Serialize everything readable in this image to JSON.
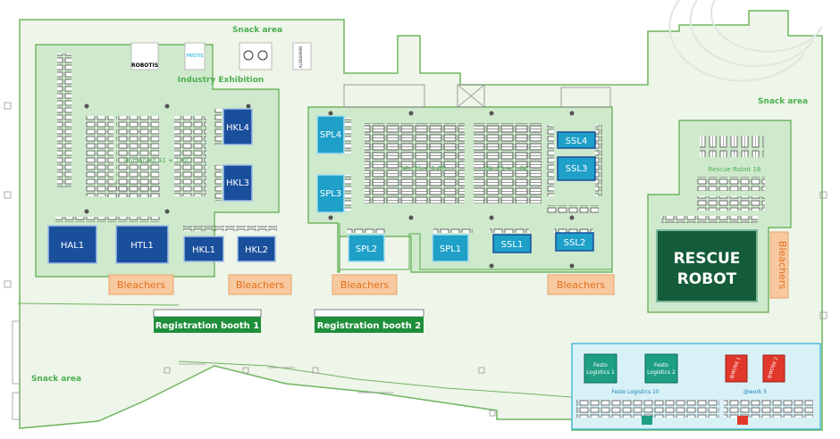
{
  "labels": {
    "snack_top": "Snack area",
    "snack_right": "Snack area",
    "snack_left": "Snack area",
    "industry": "Industry Exhibition",
    "humanoid": "Humanoid 41 + 1 OC",
    "spl_zone": "SPL 25 + 1 OC",
    "ssl_zone": "SSL 23 + 1 OC",
    "rescue_zone": "Rescue Robot 18",
    "festo_zone": "Festo Logistics 10",
    "atwork_zone": "@work 5"
  },
  "fields": {
    "hkl4": "HKL4",
    "hkl3": "HKL3",
    "hal1": "HAL1",
    "htl1": "HTL1",
    "hkl1": "HKL1",
    "hkl2": "HKL2",
    "spl4": "SPL4",
    "spl3": "SPL3",
    "spl2": "SPL2",
    "spl1": "SPL1",
    "ssl4": "SSL4",
    "ssl3": "SSL3",
    "ssl1": "SSL1",
    "ssl2": "SSL2",
    "rescue_line1": "RESCUE",
    "rescue_line2": "ROBOT",
    "festo1_line1": "Festo",
    "festo1_line2": "Logistics 1",
    "festo2_line1": "Festo",
    "festo2_line2": "Logistics 2",
    "atwork1": "@WORK 1",
    "atwork2": "@WORK 2"
  },
  "bleachers": {
    "b1": "Bleachers",
    "b2": "Bleachers",
    "b3": "Bleachers",
    "b4": "Bleachers",
    "b5": "Bleachers"
  },
  "registration": {
    "booth1": "Registration booth 1",
    "booth2": "Registration booth 2"
  },
  "sponsors": {
    "s1": "ROBOTIS",
    "s2": "PRISTIS",
    "s3": "ALDEBARAN"
  },
  "colors": {
    "floor": "#eef5e9",
    "zone": "#cfe9cd",
    "zone_border": "#5aaa4a",
    "field_blue": "#1a4f9c",
    "field_cyan": "#1ea0c8",
    "rescue": "#145c3a",
    "bleacher": "#f7c9a0",
    "bleacher_text": "#e3701b",
    "reg_green": "#1e8f3a",
    "label_green": "#4caf50",
    "festo_teal": "#1e9e82",
    "atwork_red": "#e0392b",
    "festo_zone": "#d8f1f7"
  }
}
